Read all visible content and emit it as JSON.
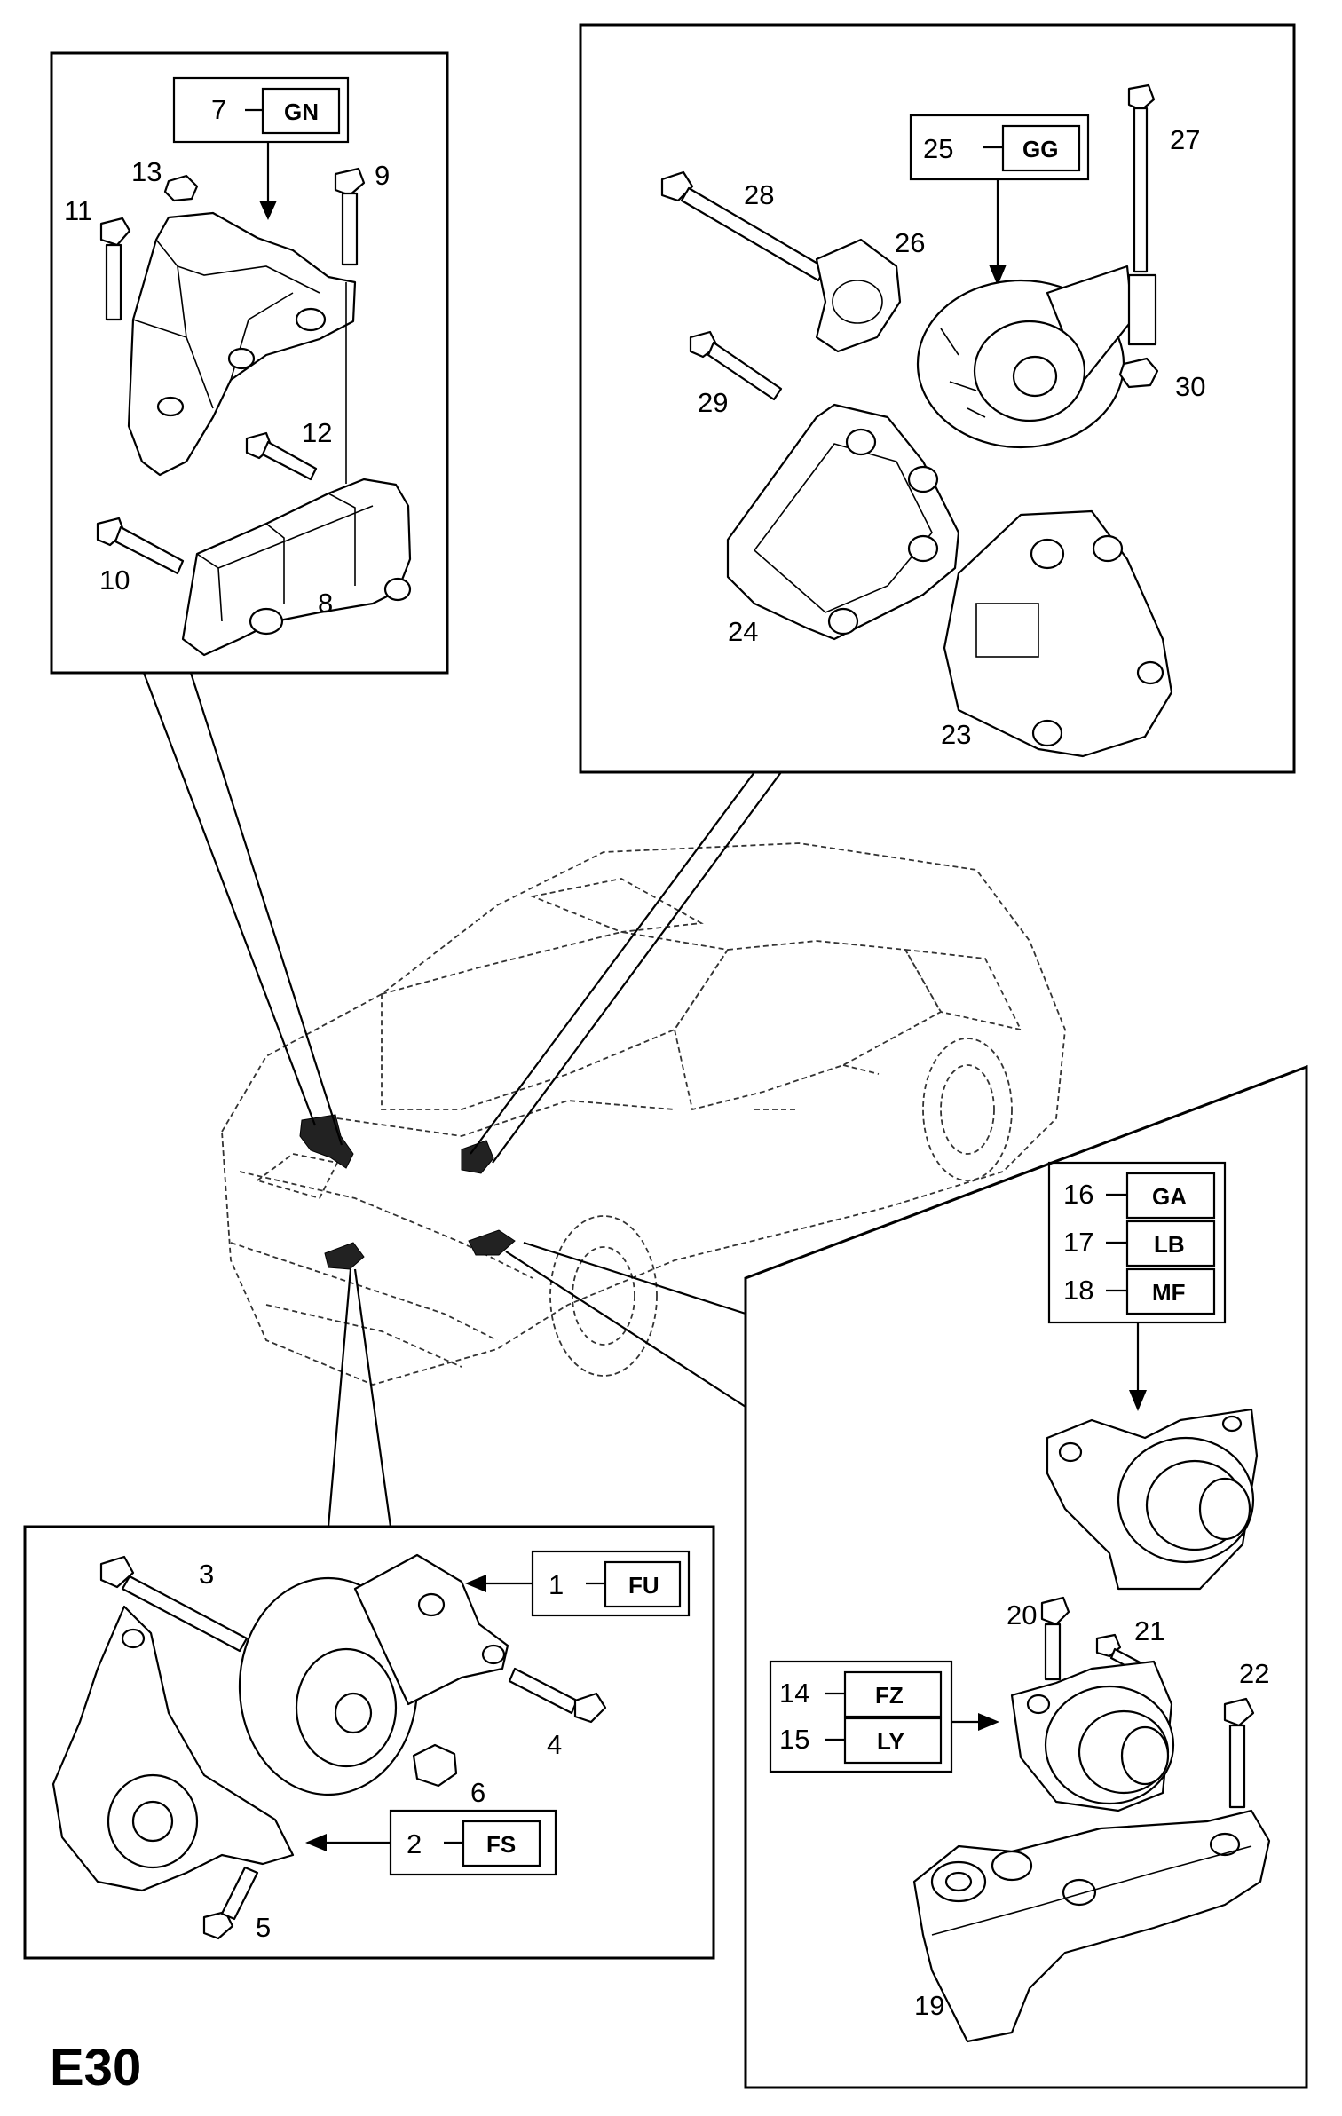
{
  "page_code": "E30",
  "panels": {
    "top_left": {
      "callouts": [
        {
          "num": "7",
          "code": "GN"
        }
      ],
      "labels": [
        "13",
        "9",
        "11",
        "12",
        "10",
        "8"
      ]
    },
    "top_right": {
      "callouts": [
        {
          "num": "25",
          "code": "GG"
        }
      ],
      "labels": [
        "28",
        "26",
        "27",
        "29",
        "30",
        "24",
        "23"
      ]
    },
    "bottom_left": {
      "callouts": [
        {
          "num": "1",
          "code": "FU"
        },
        {
          "num": "2",
          "code": "FS"
        }
      ],
      "labels": [
        "3",
        "4",
        "6",
        "5"
      ]
    },
    "bottom_right": {
      "callouts": [
        {
          "num": "16",
          "code": "GA"
        },
        {
          "num": "17",
          "code": "LB"
        },
        {
          "num": "18",
          "code": "MF"
        },
        {
          "num": "14",
          "code": "FZ"
        },
        {
          "num": "15",
          "code": "LY"
        }
      ],
      "labels": [
        "20",
        "21",
        "22",
        "19"
      ]
    }
  }
}
